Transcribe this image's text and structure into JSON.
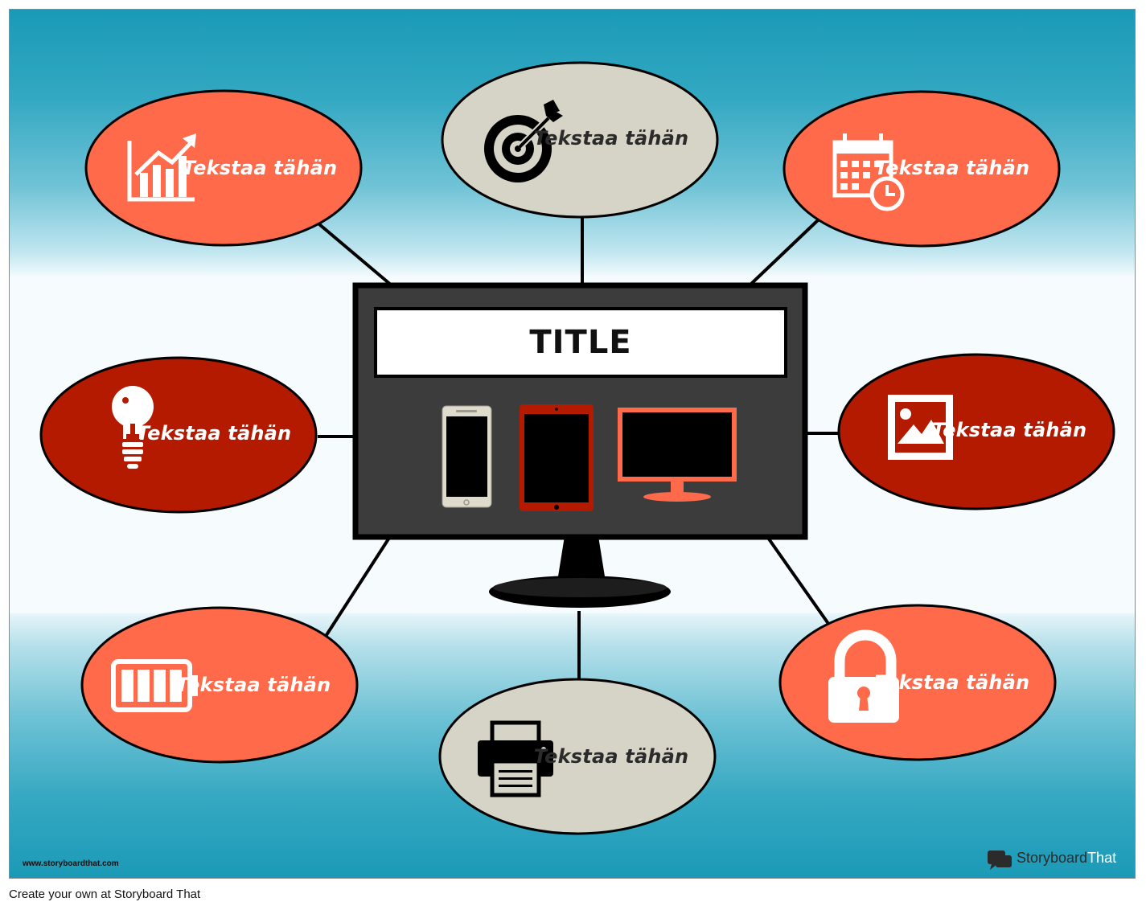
{
  "title": "TITLE",
  "bubbles": [
    {
      "id": "top-left",
      "label": "Tekstaa tähän",
      "icon": "growth-chart-icon",
      "fill": "#ff6b4a"
    },
    {
      "id": "top-center",
      "label": "Tekstaa tähän",
      "icon": "target-icon",
      "fill": "#d6d4c6"
    },
    {
      "id": "top-right",
      "label": "Tekstaa tähän",
      "icon": "calendar-clock-icon",
      "fill": "#ff6b4a"
    },
    {
      "id": "mid-left",
      "label": "Tekstaa tähän",
      "icon": "lightbulb-icon",
      "fill": "#b31a00"
    },
    {
      "id": "mid-right",
      "label": "Tekstaa tähän",
      "icon": "image-icon",
      "fill": "#b31a00"
    },
    {
      "id": "bottom-left",
      "label": "Tekstaa tähän",
      "icon": "battery-icon",
      "fill": "#ff6b4a"
    },
    {
      "id": "bottom-center",
      "label": "Tekstaa tähän",
      "icon": "printer-icon",
      "fill": "#d6d4c6"
    },
    {
      "id": "bottom-right",
      "label": "Tekstaa tähän",
      "icon": "padlock-icon",
      "fill": "#ff6b4a"
    }
  ],
  "devices": [
    "smartphone-icon",
    "tablet-icon",
    "desktop-monitor-icon"
  ],
  "colors": {
    "accent": "#ff6b4a",
    "dark_accent": "#b31a00",
    "neutral": "#d6d4c6",
    "monitor": "#3c3c3c"
  },
  "watermark": {
    "url": "www.storyboardthat.com",
    "brand_part1": "Storyboard",
    "brand_part2": "That"
  },
  "footer": "Create your own at Storyboard That"
}
